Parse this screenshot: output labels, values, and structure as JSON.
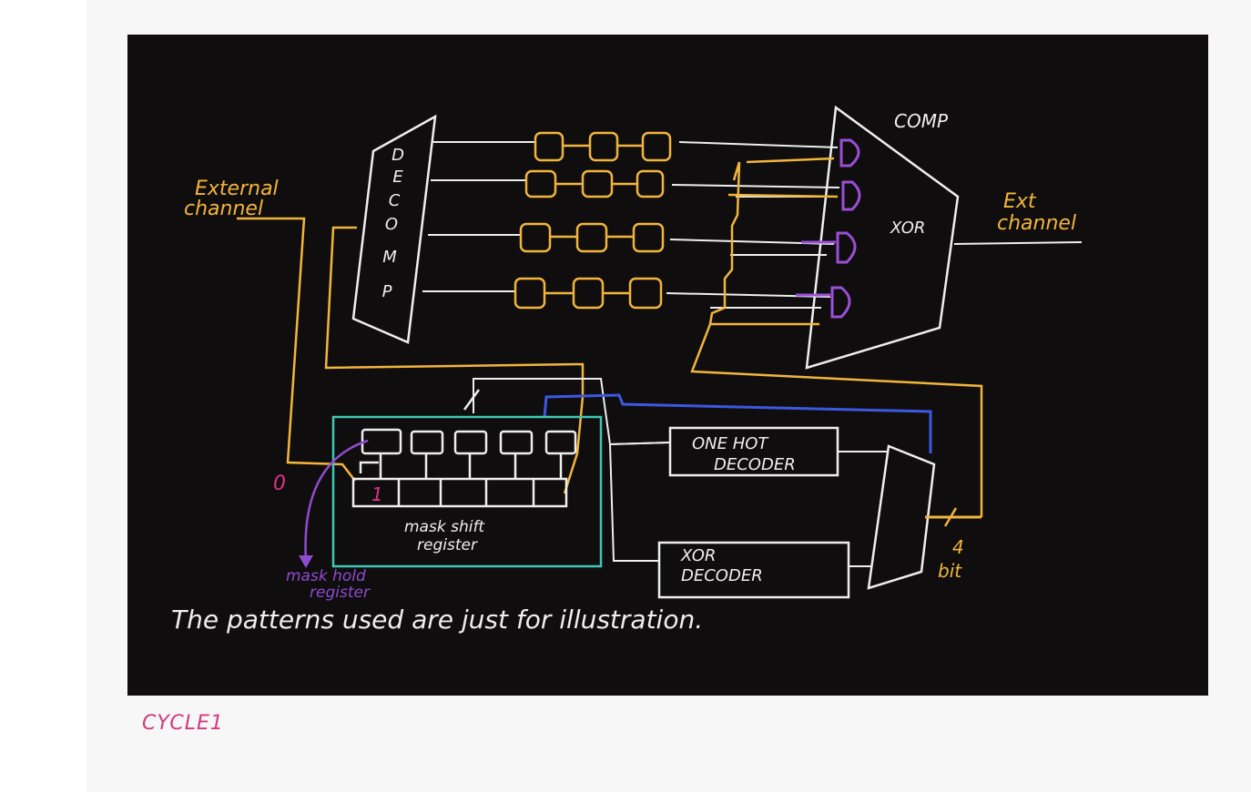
{
  "colors": {
    "background": "#0f0d0e",
    "wire_white": "#eeeeee",
    "wire_yellow": "#f2b53c",
    "wire_blue": "#3d58e0",
    "gate_purple": "#9b4fd6",
    "box_teal": "#3fc7b3",
    "mark_pink": "#e0328a",
    "arrow_purple": "#8f4bd0"
  },
  "diagram": {
    "decomp_label": [
      "D",
      "E",
      "C",
      "O",
      "M",
      "P"
    ],
    "comp_label": "COMP",
    "xor_label": "XOR",
    "external_channel_label": [
      "External",
      "channel"
    ],
    "ext_channel_label": [
      "Ext",
      "channel"
    ],
    "one_hot_decoder_label": [
      "ONE HOT",
      "DECODER"
    ],
    "xor_decoder_label": [
      "XOR",
      "DECODER"
    ],
    "mask_shift_register_label": [
      "mask shift",
      "register"
    ],
    "mask_hold_register_label": [
      "mask hold",
      "register"
    ],
    "bit_width_label": [
      "4",
      "bit"
    ],
    "input_bit": "0",
    "register_bit": "1",
    "note": "The patterns used are just for illustration."
  },
  "caption": "CYCLE1"
}
